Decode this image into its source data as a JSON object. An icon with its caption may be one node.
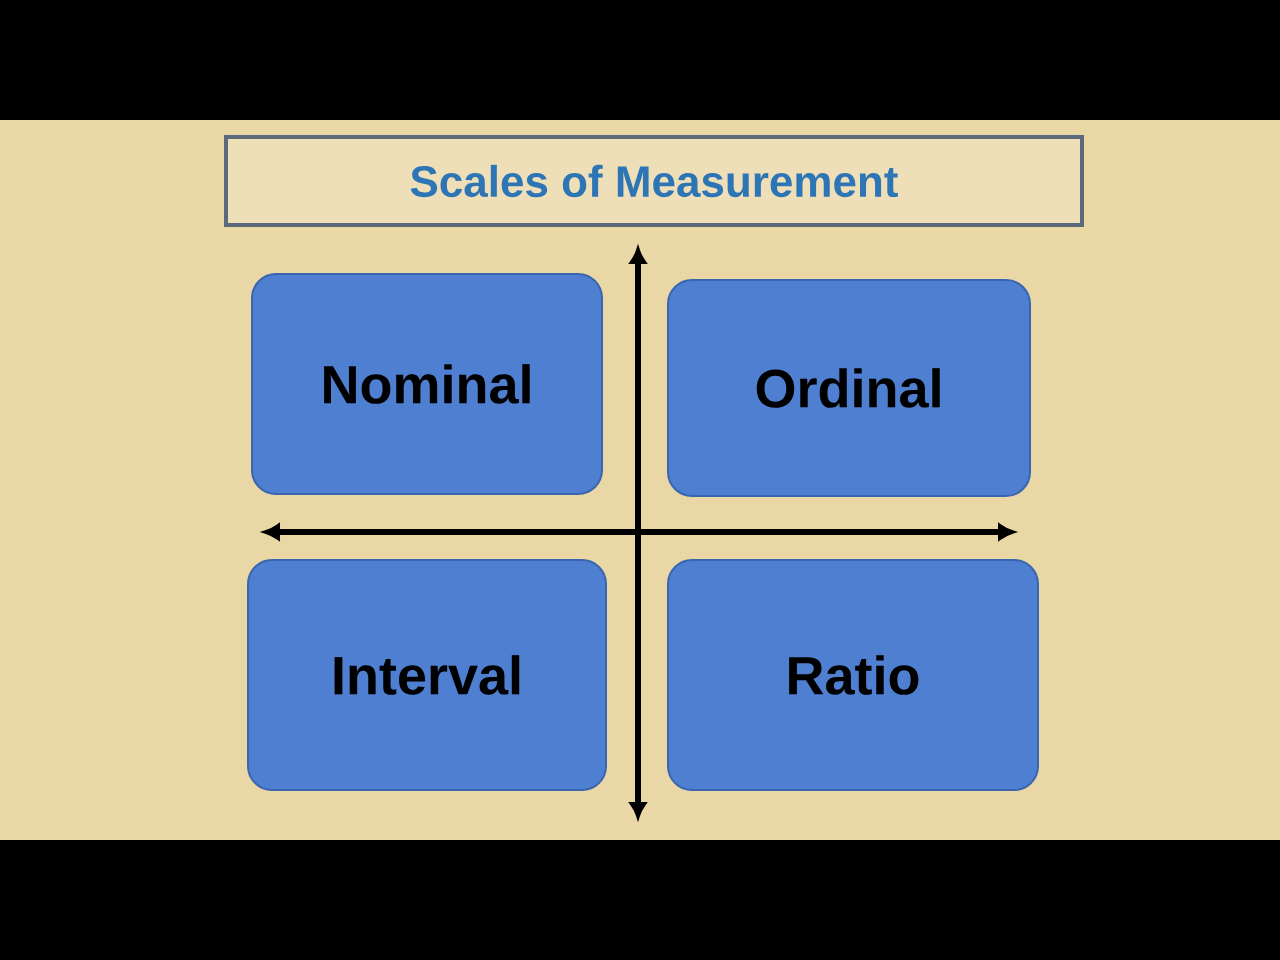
{
  "diagram": {
    "title": "Scales of Measurement",
    "nodes": [
      {
        "text": [
          "Nominal"
        ]
      },
      {
        "text": [
          "Ordinal"
        ]
      },
      {
        "text": [
          "Interval"
        ]
      },
      {
        "text": [
          "Ratio"
        ]
      }
    ]
  }
}
